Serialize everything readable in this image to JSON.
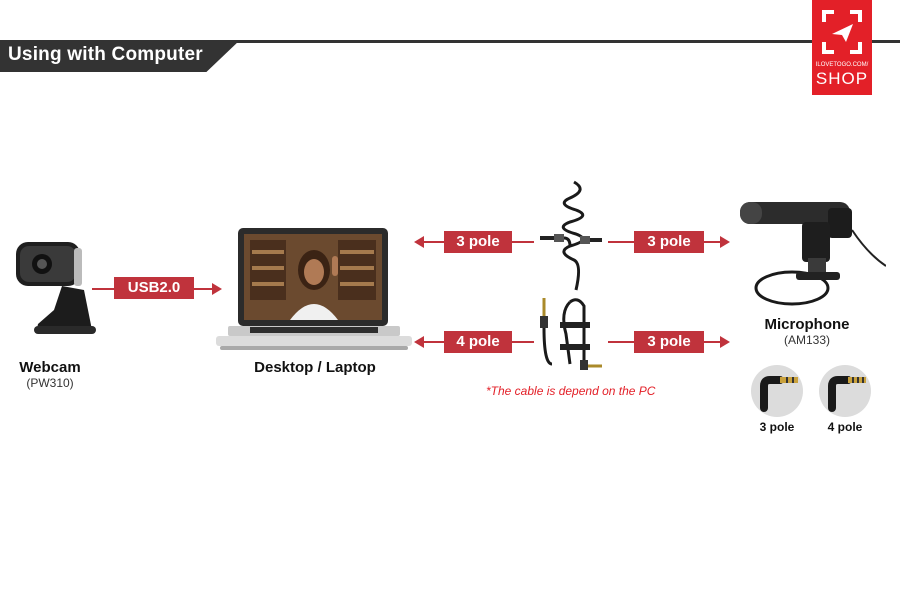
{
  "header": {
    "title": "Using with Computer"
  },
  "logo": {
    "url_text": "ILOVETOGO.COM/",
    "shop_text": "SHOP"
  },
  "webcam": {
    "label": "Webcam",
    "model": "(PW310)"
  },
  "laptop": {
    "label": "Desktop / Laptop"
  },
  "microphone": {
    "label": "Microphone",
    "model": "(AM133)"
  },
  "arrows": {
    "usb": "USB2.0",
    "top_left": "3 pole",
    "top_right": "3 pole",
    "bottom_left": "4 pole",
    "bottom_right": "3 pole"
  },
  "note": "*The cable is depend on the PC",
  "plugs": {
    "three_pole": "3 pole",
    "four_pole": "4 pole"
  },
  "colors": {
    "accent": "#c0333c",
    "brand": "#e32028",
    "header": "#333333"
  }
}
